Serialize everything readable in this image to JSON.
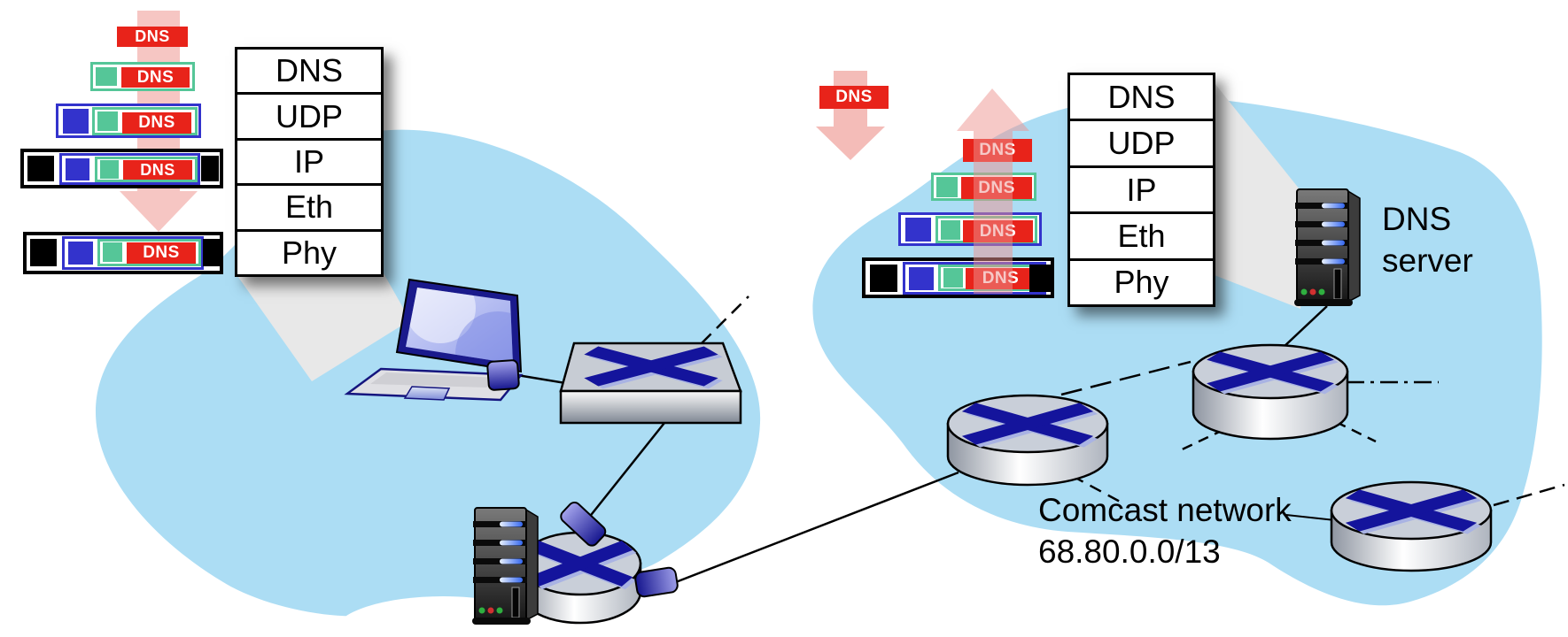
{
  "labels": {
    "dns": "DNS",
    "dns_server_line1": "DNS",
    "dns_server_line2": "server",
    "comcast_line1": "Comcast network",
    "comcast_line2": "68.80.0.0/13"
  },
  "protocol_stack": {
    "layers": [
      "DNS",
      "UDP",
      "IP",
      "Eth",
      "Phy"
    ]
  },
  "icons": {
    "laptop": "client host sending DNS query",
    "ethernet-switch": "link-layer switch",
    "router": "network router",
    "server": "server tower",
    "dns-server": "DNS server host",
    "cloud": "network cloud"
  },
  "colors": {
    "cloud": "#ACDDF4",
    "packet_red": "#E8231A",
    "packet_green": "#55C698",
    "packet_blue": "#3333CC",
    "arrow_pink": "#F6C6C3",
    "router_x_dark": "#14149C",
    "router_x_light": "#A9B3E3"
  }
}
